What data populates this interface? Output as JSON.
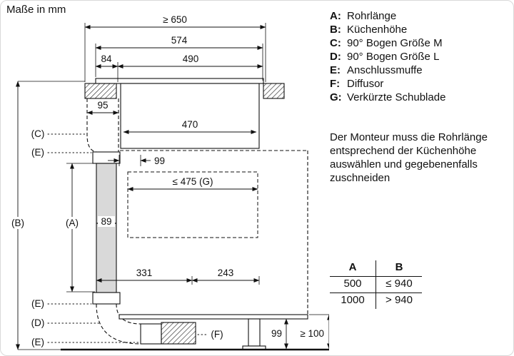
{
  "title": "Maße in mm",
  "drawing": {
    "dims": {
      "top_width": "≥ 650",
      "hob_width": "574",
      "offset_left": "84",
      "offset_right": "490",
      "bend_depth": "95",
      "plenum_width": "470",
      "duct_top_depth": "99",
      "drawer_width": "≤ 475 (G)",
      "duct_width": "89",
      "bottom_left": "331",
      "bottom_right": "243",
      "plinth_height": "99",
      "plinth_min": "≥ 100"
    },
    "labels": {
      "c": "(C)",
      "e_top": "(E)",
      "b": "(B)",
      "a": "(A)",
      "e_mid": "(E)",
      "d": "(D)",
      "e_bottom": "(E)",
      "f": "(F)"
    }
  },
  "legend": {
    "items": [
      {
        "key": "A:",
        "label": "Rohrlänge"
      },
      {
        "key": "B:",
        "label": "Küchenhöhe"
      },
      {
        "key": "C:",
        "label": "90° Bogen Größe M"
      },
      {
        "key": "D:",
        "label": "90° Bogen Größe L"
      },
      {
        "key": "E:",
        "label": "Anschlussmuffe"
      },
      {
        "key": "F:",
        "label": "Diffusor"
      },
      {
        "key": "G:",
        "label": "Verkürzte Schublade"
      }
    ]
  },
  "note": "Der Monteur muss die Rohrlänge entsprechend der Küchenhöhe auswählen und gegebenenfalls zuschneiden",
  "table": {
    "headers": [
      "A",
      "B"
    ],
    "rows": [
      [
        "500",
        "≤ 940"
      ],
      [
        "1000",
        "> 940"
      ]
    ]
  }
}
